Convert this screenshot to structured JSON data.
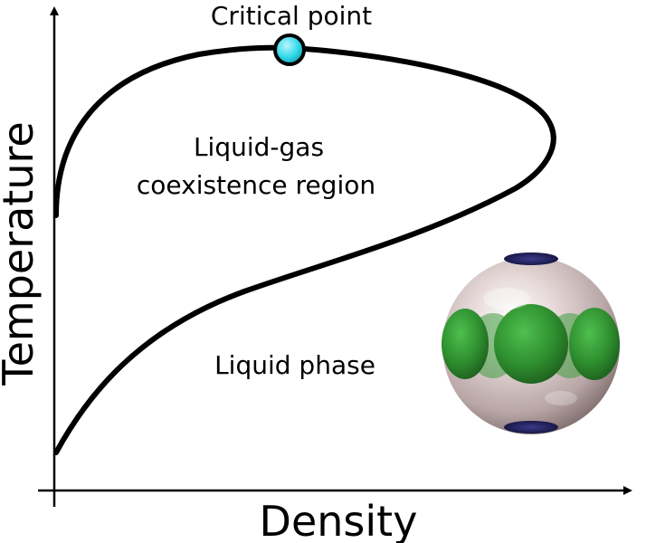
{
  "axes": {
    "x_label": "Density",
    "y_label": "Temperature"
  },
  "annotations": {
    "critical_point": "Critical point",
    "coexistence_line1": "Liquid-gas",
    "coexistence_line2": "coexistence region",
    "liquid_phase": "Liquid phase"
  },
  "colors": {
    "curve": "#000000",
    "critical_point_fill": "#2fd8e8",
    "sphere_shell": "#d9c8c8",
    "sphere_patches": "#2f8f2f",
    "sphere_poles": "#1c1c5a"
  }
}
